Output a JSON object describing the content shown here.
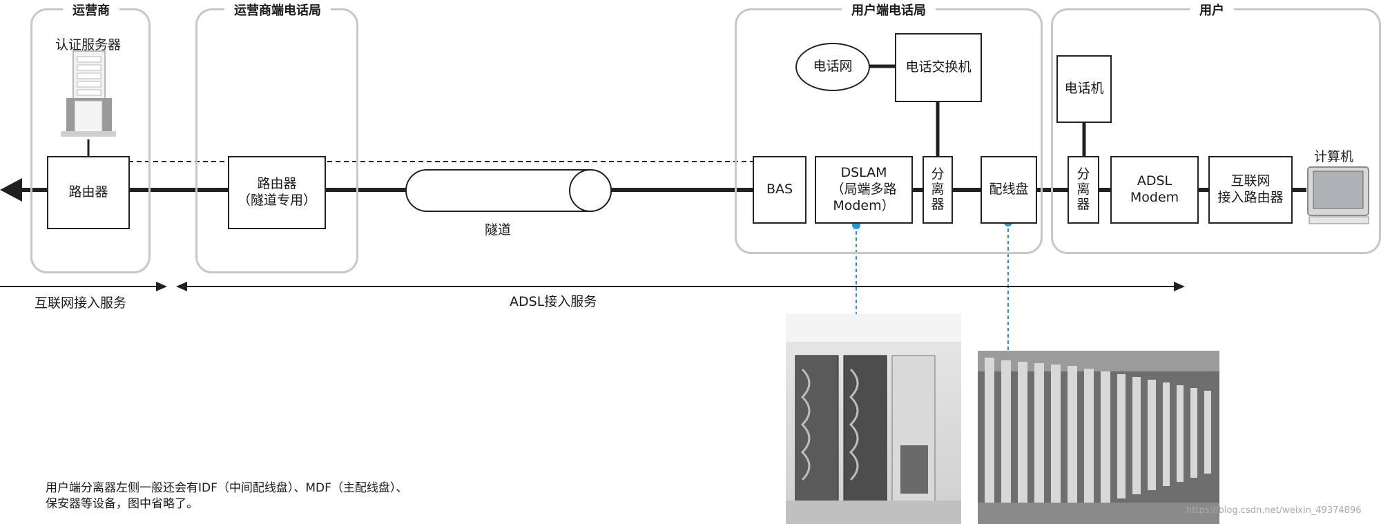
{
  "groups": {
    "operator": "运营商",
    "operator_office": "运营商端电话局",
    "user_office": "用户端电话局",
    "user": "用户"
  },
  "nodes": {
    "auth_server": "认证服务器",
    "router1": "路由器",
    "router2": "路由器\n（隧道专用）",
    "tunnel": "隧道",
    "bas": "BAS",
    "dslam": "DSLAM\n（局端多路\nModem）",
    "splitter_office": "分\n离\n器",
    "mdf": "配线盘",
    "phone_net": "电话网",
    "phone_switch": "电话交换机",
    "phone": "电话机",
    "splitter_user": "分\n离\n器",
    "adsl_modem": "ADSL\nModem",
    "internet_router": "互联网\n接入路由器",
    "computer": "计算机"
  },
  "spans": {
    "internet_access": "互联网接入服务",
    "adsl_access": "ADSL接入服务"
  },
  "footnote": "用户端分离器左侧一般还会有IDF（中间配线盘）、MDF（主配线盘）、\n保安器等设备，图中省略了。",
  "watermark": "https://blog.csdn.net/weixin_49374896",
  "colors": {
    "line": "#231f20",
    "group_border": "#c8c8c8",
    "callout": "#1f9ad6"
  }
}
